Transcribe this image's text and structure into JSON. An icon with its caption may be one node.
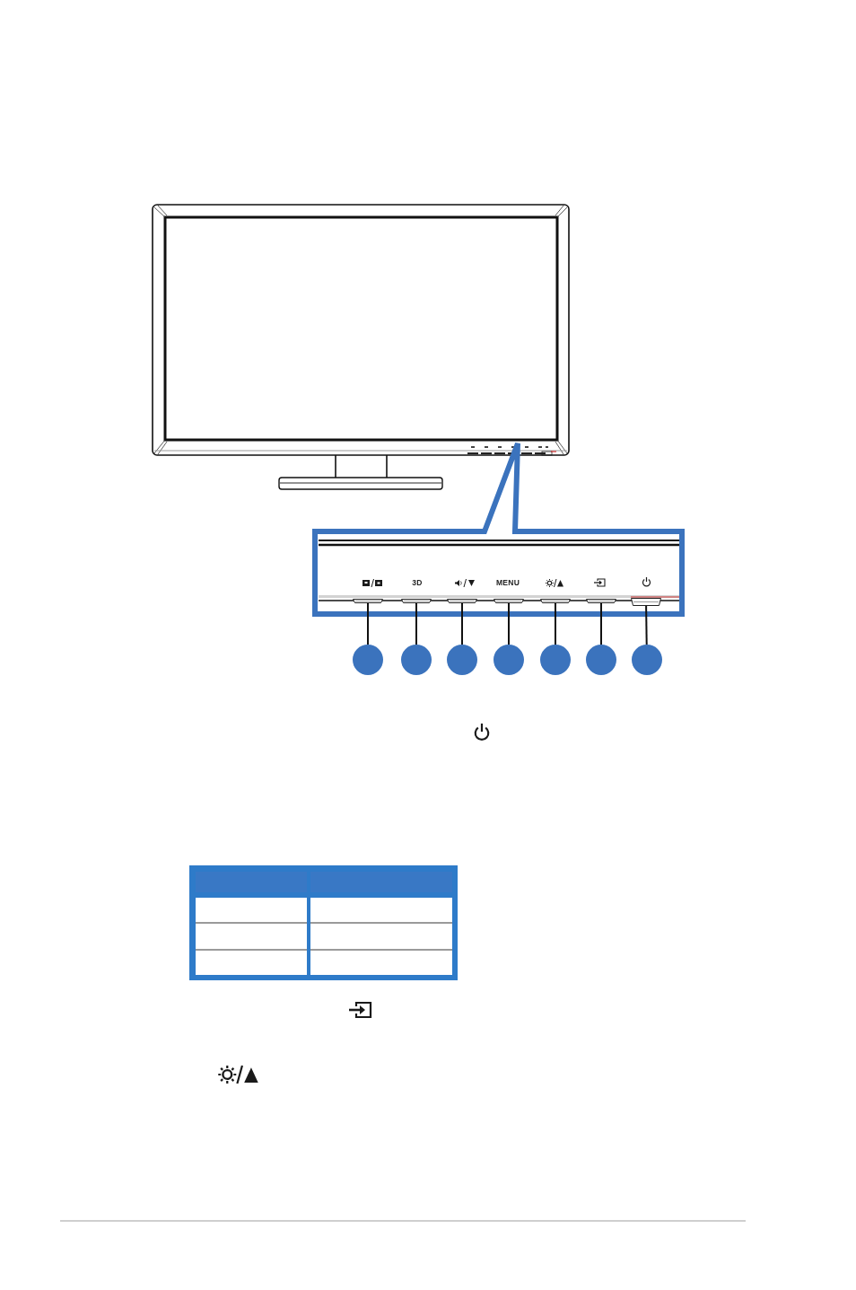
{
  "diagram": {
    "nodes": [
      {
        "text": [],
        "shape": "bar"
      },
      {
        "text": [],
        "shape": "bar"
      },
      {
        "text": [],
        "shape": "bar"
      },
      {
        "text": [],
        "shape": "bar"
      },
      {
        "text": [],
        "shape": "bar"
      },
      {
        "text": [],
        "shape": "bar"
      },
      {
        "text": [],
        "shape": "bar"
      },
      {
        "text": [],
        "shape": "circle"
      },
      {
        "text": [],
        "shape": "circle"
      },
      {
        "text": [],
        "shape": "circle"
      },
      {
        "text": [],
        "shape": "circle"
      },
      {
        "text": [],
        "shape": "circle"
      },
      {
        "text": [],
        "shape": "circle"
      },
      {
        "text": [],
        "shape": "circle"
      }
    ],
    "edges": [
      {
        "from": 7,
        "to": 0,
        "arrow": "none"
      },
      {
        "from": 8,
        "to": 1,
        "arrow": "none"
      },
      {
        "from": 9,
        "to": 2,
        "arrow": "none"
      },
      {
        "from": 10,
        "to": 3,
        "arrow": "none"
      },
      {
        "from": 11,
        "to": 4,
        "arrow": "none"
      },
      {
        "from": 12,
        "to": 5,
        "arrow": "none"
      },
      {
        "from": 13,
        "to": 6,
        "arrow": "none"
      }
    ],
    "labels": [
      "3D",
      "MENU"
    ]
  }
}
